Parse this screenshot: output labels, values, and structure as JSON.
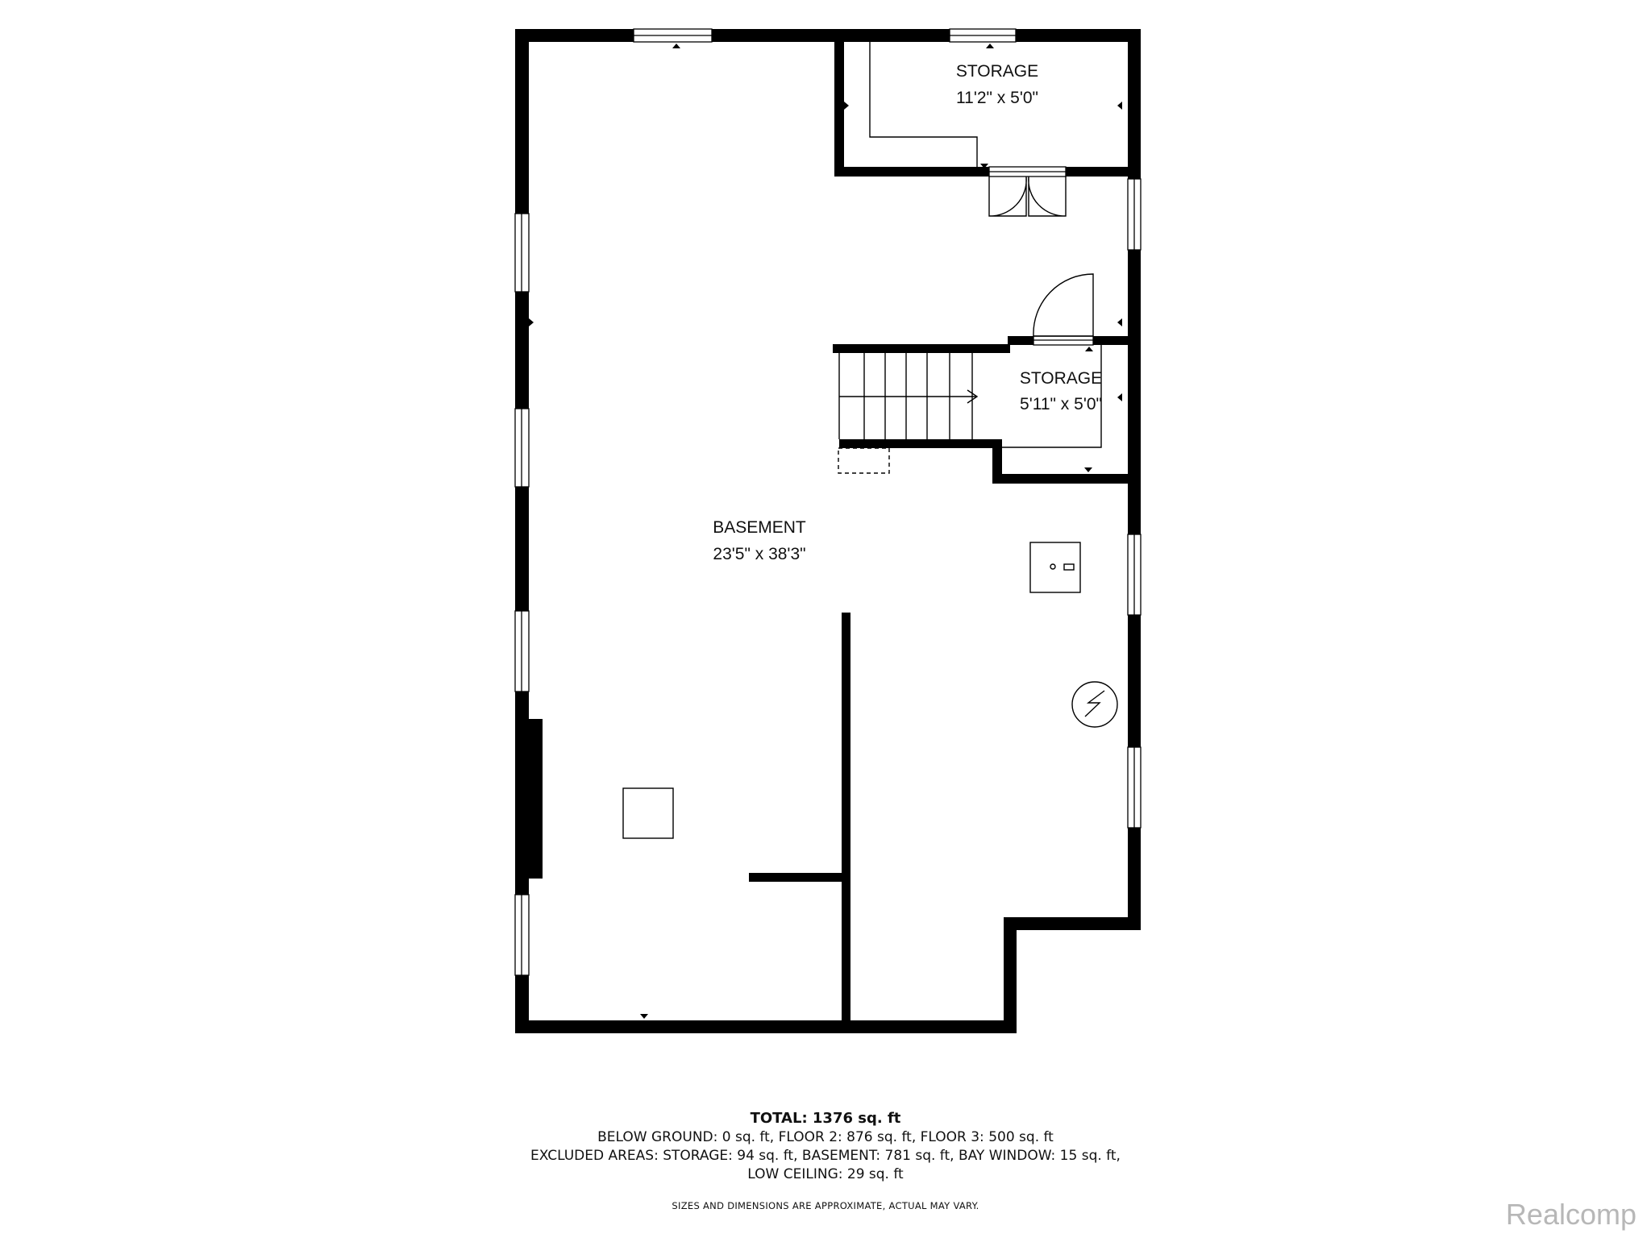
{
  "rooms": [
    {
      "name": "STORAGE",
      "dims": "11'2\" x 5'0\""
    },
    {
      "name": "STORAGE",
      "dims": "5'11\" x 5'0\""
    },
    {
      "name": "BASEMENT",
      "dims": "23'5\" x 38'3\""
    }
  ],
  "footer": {
    "total": "TOTAL: 1376 sq. ft",
    "line1": "BELOW GROUND: 0 sq. ft, FLOOR 2: 876 sq. ft, FLOOR 3: 500 sq. ft",
    "line2": "EXCLUDED AREAS: STORAGE: 94 sq. ft, BASEMENT: 781 sq. ft, BAY WINDOW: 15 sq. ft,",
    "line3": "LOW CEILING: 29 sq. ft",
    "disclaimer": "SIZES AND DIMENSIONS ARE APPROXIMATE, ACTUAL MAY VARY."
  },
  "watermark": "Realcomp",
  "colors": {
    "wall": "#000000",
    "background": "#ffffff",
    "watermark": "#b7b7b7"
  }
}
